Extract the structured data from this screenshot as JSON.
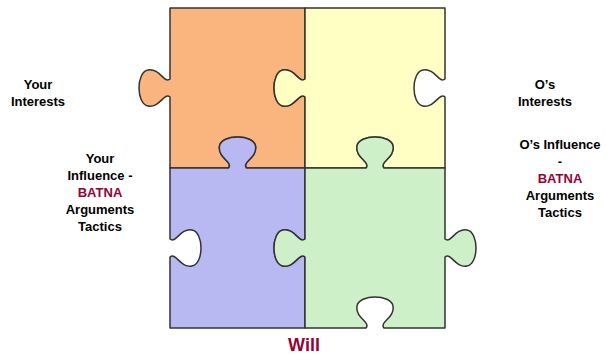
{
  "diagram": {
    "nodes": [
      {
        "text": [
          "Your Interests"
        ]
      },
      {
        "text": [
          "O’s Interests"
        ]
      },
      {
        "text": [
          "Your Influence -",
          "BATNA",
          "Arguments Tactics"
        ]
      },
      {
        "text": [
          "O’s Influence -",
          "BATNA",
          "Arguments Tactics"
        ]
      }
    ],
    "labels": [
      "Will"
    ]
  }
}
